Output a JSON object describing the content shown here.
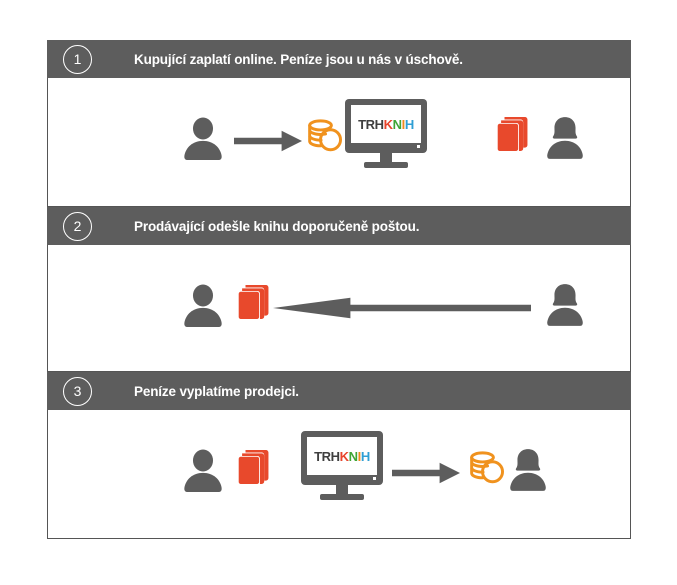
{
  "theme": {
    "header_bg": "#5d5d5d",
    "panel_border": "#555555",
    "panel_bg": "#ffffff",
    "icon_gray": "#5d5d5d",
    "book_red": "#e8492c",
    "coin_orange": "#f0921e",
    "page_bg": "#ffffff"
  },
  "brand": {
    "logo_parts": [
      {
        "text": "TRH",
        "color": "#3f3f3f"
      },
      {
        "text": "K",
        "color": "#e8442c"
      },
      {
        "text": "N",
        "color": "#3fa535"
      },
      {
        "text": "I",
        "color": "#f08a1e"
      },
      {
        "text": "H",
        "color": "#2f9fd4"
      }
    ],
    "logo_full": "TRHKNIH"
  },
  "steps": [
    {
      "number": "1",
      "title": "Kupující zaplatí online. Peníze jsou u nás v úschově.",
      "icons": [
        {
          "name": "buyer-person-icon",
          "kind": "person-male"
        },
        {
          "name": "payment-arrow-right",
          "kind": "arrow-right"
        },
        {
          "name": "coins-icon",
          "kind": "coins"
        },
        {
          "name": "trhknih-monitor",
          "kind": "monitor"
        },
        {
          "name": "book-icon",
          "kind": "book"
        },
        {
          "name": "seller-person-icon",
          "kind": "person-female"
        }
      ]
    },
    {
      "number": "2",
      "title": "Prodávající odešle knihu doporučeně poštou.",
      "icons": [
        {
          "name": "buyer-person-icon",
          "kind": "person-male"
        },
        {
          "name": "book-icon",
          "kind": "book"
        },
        {
          "name": "shipping-arrow-left",
          "kind": "arrow-left"
        },
        {
          "name": "seller-person-icon",
          "kind": "person-female"
        }
      ]
    },
    {
      "number": "3",
      "title": "Peníze vyplatíme prodejci.",
      "icons": [
        {
          "name": "buyer-person-icon",
          "kind": "person-male"
        },
        {
          "name": "book-icon",
          "kind": "book"
        },
        {
          "name": "trhknih-monitor",
          "kind": "monitor"
        },
        {
          "name": "payout-arrow-right",
          "kind": "arrow-right"
        },
        {
          "name": "coins-icon",
          "kind": "coins"
        },
        {
          "name": "seller-person-icon",
          "kind": "person-female"
        }
      ]
    }
  ]
}
